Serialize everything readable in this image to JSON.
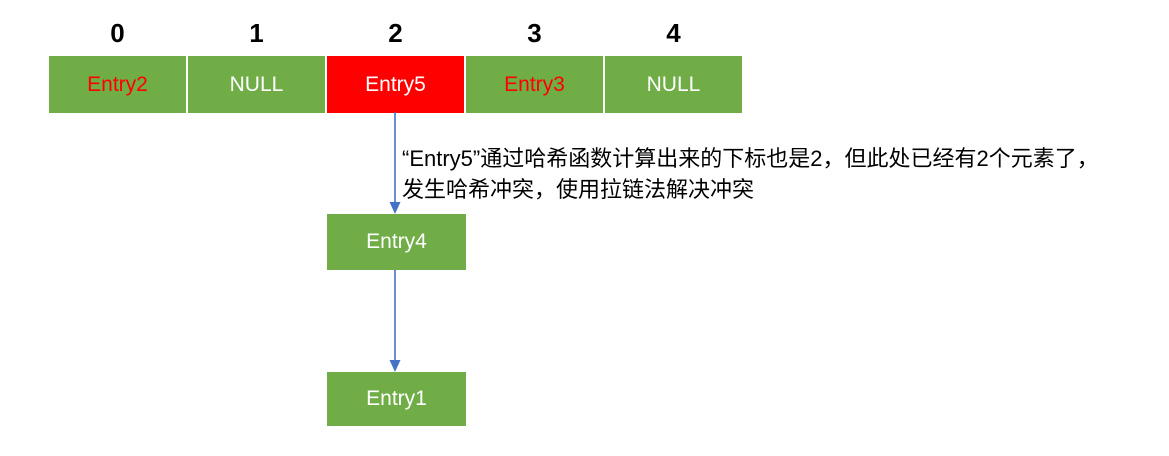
{
  "diagram": {
    "type": "hash-table-separate-chaining",
    "indices": [
      "0",
      "1",
      "2",
      "3",
      "4"
    ],
    "buckets": [
      {
        "index": "0",
        "label": "Entry2",
        "bg": "#70AD47",
        "text_color": "#FF0000"
      },
      {
        "index": "1",
        "label": "NULL",
        "bg": "#70AD47",
        "text_color": "#FFFFFF"
      },
      {
        "index": "2",
        "label": "Entry5",
        "bg": "#FF0000",
        "text_color": "#FFFFFF"
      },
      {
        "index": "3",
        "label": "Entry3",
        "bg": "#70AD47",
        "text_color": "#FF0000"
      },
      {
        "index": "4",
        "label": "NULL",
        "bg": "#70AD47",
        "text_color": "#FFFFFF"
      }
    ],
    "chain_nodes": [
      {
        "label": "Entry4"
      },
      {
        "label": "Entry1"
      }
    ],
    "annotation": {
      "line1": "“Entry5”通过哈希函数计算出来的下标也是2，但此处已经有2个元素了，",
      "line2": "发生哈希冲突，使用拉链法解决冲突"
    },
    "colors": {
      "bucket_green": "#70AD47",
      "collision_red": "#FF0000",
      "connector_blue": "#4472C4",
      "annotation_text": "#000000"
    }
  }
}
